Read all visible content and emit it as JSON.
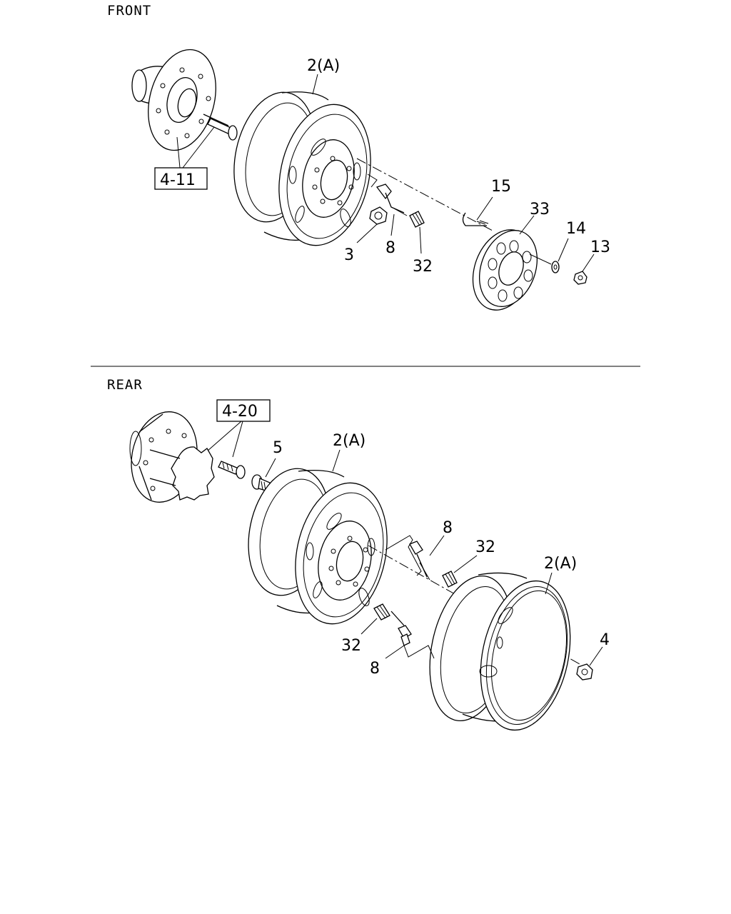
{
  "sections": {
    "front": {
      "title": "FRONT",
      "ref_box": "4-11",
      "callouts": {
        "wheel": "2(A)",
        "nut_3": "3",
        "valve_8": "8",
        "cap_32": "32",
        "bolt_15": "15",
        "plate_33": "33",
        "washer_14": "14",
        "nut_13": "13"
      }
    },
    "rear": {
      "title": "REAR",
      "ref_box": "4-20",
      "callouts": {
        "nut_5": "5",
        "inner_wheel": "2(A)",
        "valve_8_upper": "8",
        "cap_32_upper": "32",
        "outer_wheel": "2(A)",
        "nut_4": "4",
        "cap_32_lower": "32",
        "valve_8_lower": "8"
      }
    }
  },
  "colors": {
    "line": "#000000",
    "background": "#ffffff"
  }
}
